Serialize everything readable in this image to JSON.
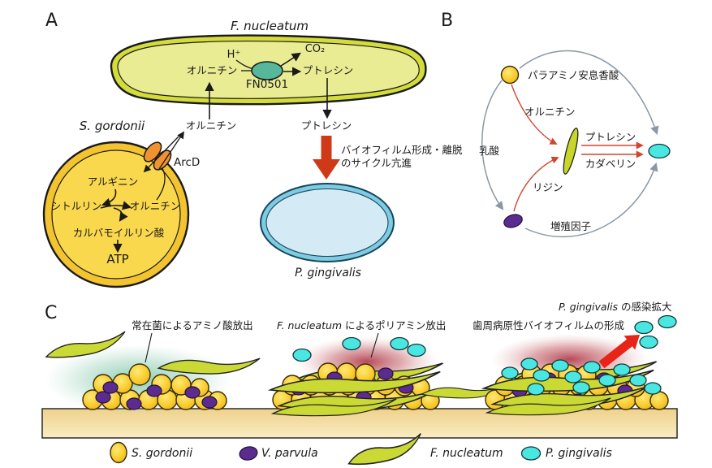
{
  "panelA": {
    "label": "A",
    "f_nucleatum": {
      "title": "F. nucleatum",
      "h_plus": "H⁺",
      "ornithine_in": "オルニチン",
      "enzyme": "FN0501",
      "co2": "CO₂",
      "putrescine_in": "プトレシン"
    },
    "ornithine_between": "オルニチン",
    "putrescine_out": "プトレシン",
    "effect_line1": "バイオフィルム形成・離脱",
    "effect_line2": "のサイクル亢進",
    "p_gingivalis_label": "P. gingivalis",
    "s_gordonii": {
      "title": "S. gordonii",
      "arcd": "ArcD",
      "arginine": "アルギニン",
      "citrulline": "シトルリン",
      "ornithine": "オルニチン",
      "carbamoyl": "カルバモイルリン酸",
      "atp": "ATP"
    }
  },
  "panelB": {
    "label": "B",
    "paba": "パラアミノ安息香酸",
    "ornithine": "オルニチン",
    "lactate": "乳酸",
    "lysine": "リジン",
    "putrescine": "プトレシン",
    "cadaverine": "カダベリン",
    "growth_factor": "増殖因子"
  },
  "panelC": {
    "label": "C",
    "left_caption": "常在菌によるアミノ酸放出",
    "mid_caption_italic": "F. nucleatum",
    "mid_caption_rest": " によるポリアミン放出",
    "right_caption": "歯周病原性バイオフィルムの形成",
    "spread_italic": "P. gingivalis",
    "spread_rest": " の感染拡大"
  },
  "legend": {
    "items": [
      {
        "name": "S. gordonii",
        "color": "#f6c82f"
      },
      {
        "name": "V. parvula",
        "color": "#5c2b8f"
      },
      {
        "name": "F. nucleatum",
        "color": "#cbd935"
      },
      {
        "name": "P. gingivalis",
        "color": "#4ae6e2"
      }
    ]
  },
  "colors": {
    "fn_cell_ring": "#d4dc3c",
    "fn_cell_fill": "#e9ec93",
    "sg_cell_ring": "#f3c430",
    "sg_cell_fill": "#f9d84e",
    "pg_cell_ring": "#7fcbe2",
    "pg_cell_fill": "#d4ebf6",
    "enzyme_teal": "#57b79b",
    "arcd_orange": "#f0922f",
    "big_red_arrow": "#cf3917",
    "thin_red_arrow": "#d04530",
    "gray_arc": "#8a98a4",
    "substrate_tan": "#f3d896",
    "glow_green": "#7cc9ab",
    "glow_red": "#b03a4a"
  }
}
